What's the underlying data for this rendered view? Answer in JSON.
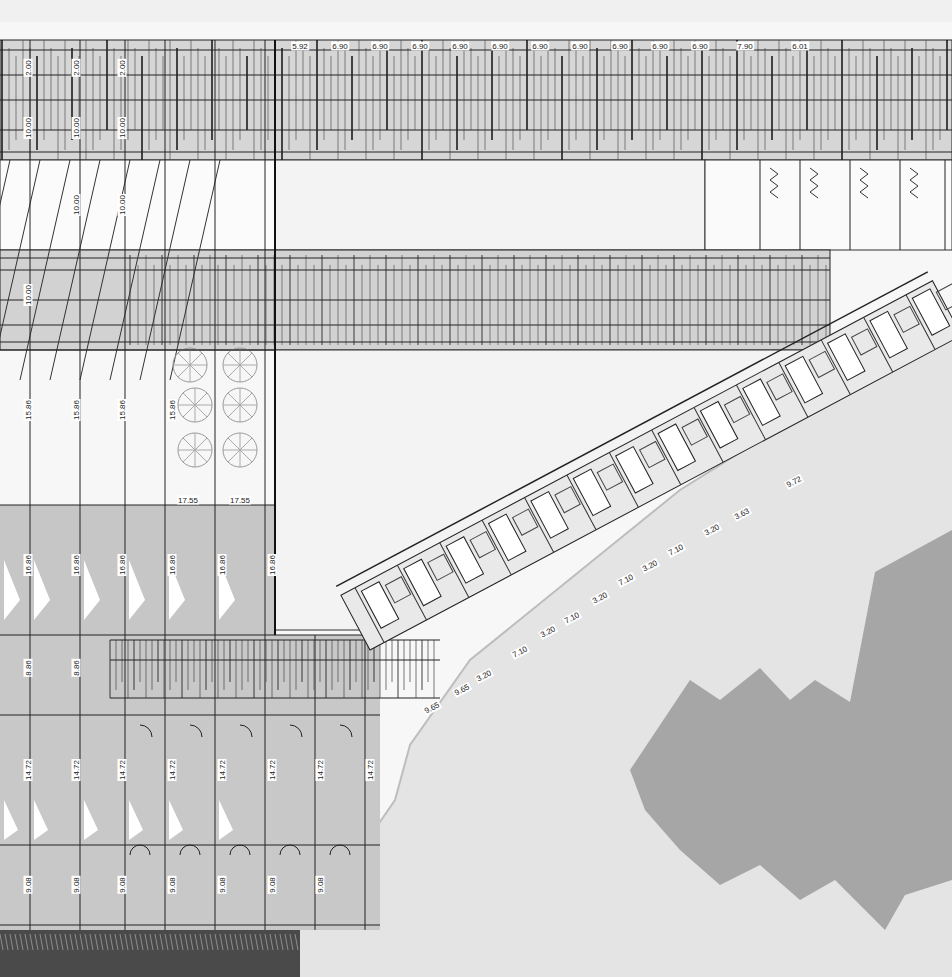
{
  "diagram": {
    "labels": [
      "5.92",
      "6.90",
      "6.90",
      "6.90",
      "6.90",
      "6.90",
      "6.90",
      "6.90",
      "6.90",
      "6.90",
      "6.90",
      "7.90",
      "6.01",
      "2.00",
      "2.00",
      "2.00",
      "10.00",
      "10.00",
      "10.00",
      "10.00",
      "10.00",
      "10.00",
      "15.86",
      "15.86",
      "15.86",
      "15.86",
      "17.55",
      "17.55",
      "16.86",
      "16.86",
      "16.86",
      "16.86",
      "16.86",
      "16.86",
      "8.86",
      "8.86",
      "14.72",
      "14.72",
      "14.72",
      "14.72",
      "14.72",
      "14.72",
      "14.72",
      "14.72",
      "9.08",
      "9.08",
      "9.08",
      "9.08",
      "9.08",
      "9.08",
      "9.08",
      "7.10",
      "3.20",
      "3.20",
      "7.10",
      "3.20",
      "7.10",
      "3.20",
      "7.10",
      "3.20",
      "3.63",
      "9.72",
      "9.65",
      "9.65"
    ]
  }
}
